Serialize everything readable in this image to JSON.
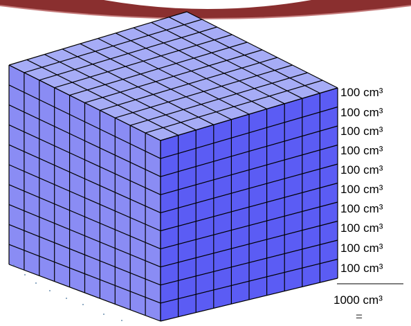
{
  "figure": {
    "colors": {
      "top_face": "#a6acf6",
      "left_face": "#8a8cf4",
      "right_face": "#5b5cf4",
      "grid": "#000000",
      "banner": "#8a2f2f"
    },
    "grid_divisions": 10,
    "layer_labels": [
      "100 cm³",
      "100 cm³",
      "100 cm³",
      "100 cm³",
      "100 cm³",
      "100 cm³",
      "100 cm³",
      "100 cm³",
      "100 cm³",
      "100 cm³"
    ],
    "total_label": "1000 cm³",
    "equals_sign": "="
  }
}
